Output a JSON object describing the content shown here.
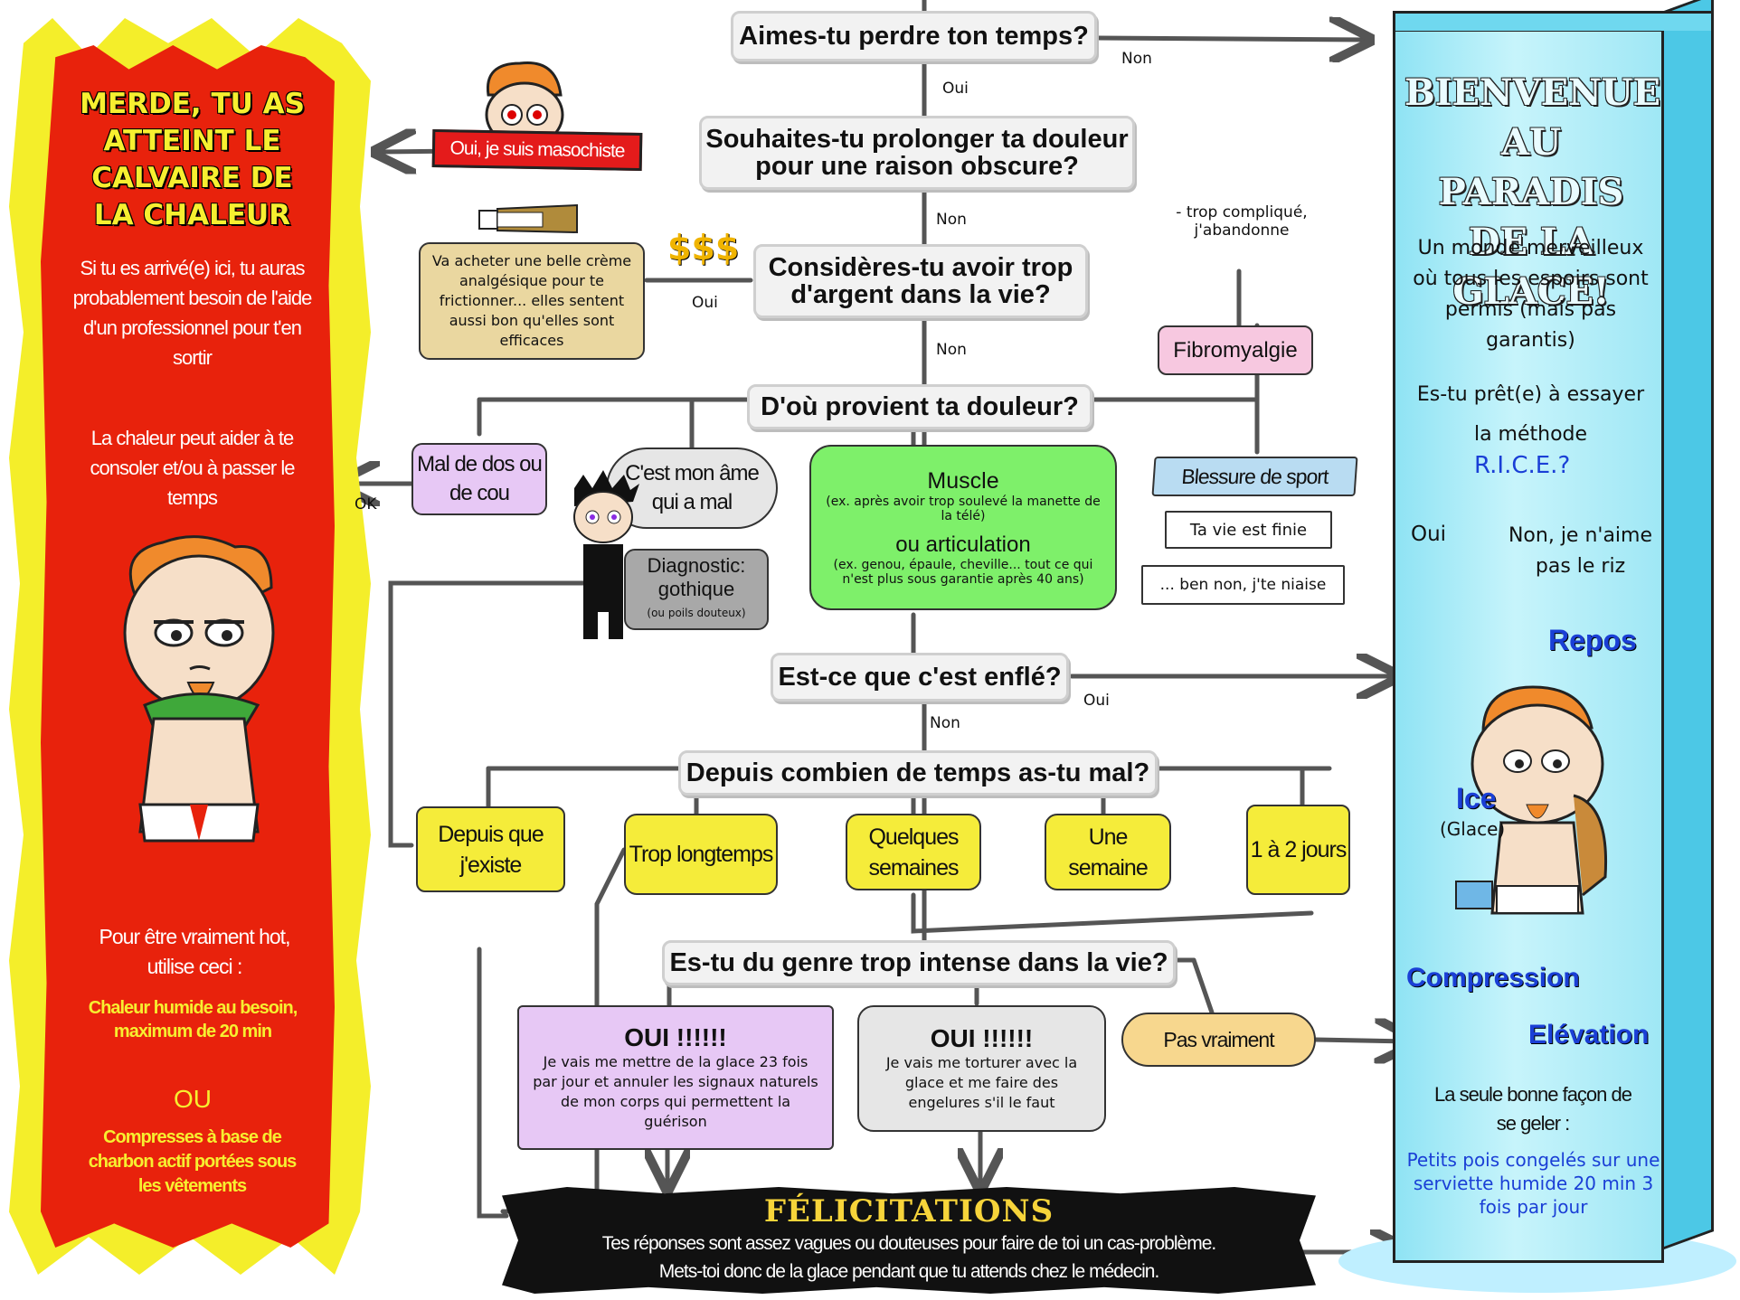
{
  "colors": {
    "heat_red": "#e8220c",
    "heat_yellow": "#f4ee2a",
    "ice_blue": "#a6ecf8",
    "sticky_yellow": "#f5ec3a",
    "muscle_green": "#7ef06a",
    "lilac": "#e7c8f5",
    "grey_box": "#e6e6e6",
    "fibro_pink": "#f7c8e0",
    "peach": "#f7d78e",
    "banner_black": "#111111"
  },
  "left_panel": {
    "title": "MERDE, TU AS ATTEINT LE CALVAIRE DE LA CHALEUR",
    "p1": "Si tu es arrivé(e) ici, tu auras probablement besoin de l'aide d'un professionnel pour t'en sortir",
    "p2": "La chaleur peut aider à te consoler et/ou à passer le temps",
    "hot_intro": "Pour être vraiment hot, utilise ceci :",
    "option1": "Chaleur humide au besoin, maximum de 20 min",
    "or": "OU",
    "option2": "Compresses à base de charbon actif portées sous les vêtements"
  },
  "right_panel": {
    "title": "BIENVENUE AU PARADIS DE LA GLACE!",
    "intro": "Un monde merveilleux où tous les espoirs sont permis (mais pas garantis)",
    "question_prefix": "Es-tu prêt(e) à essayer la méthode",
    "rice": "R.I.C.E.?",
    "yes": "Oui",
    "no": "Non, je n'aime pas le riz",
    "r": "Repos",
    "i": "Ice",
    "i_sub": "(Glace)",
    "c": "Compression",
    "e": "Elévation",
    "only_way": "La seule bonne façon de se geler :",
    "recipe": "Petits pois congelés sur une serviette humide 20 min 3 fois par jour"
  },
  "questions": {
    "q1": "Aimes-tu perdre ton temps?",
    "q2": "Souhaites-tu prolonger ta douleur pour une raison obscure?",
    "q3": "Considères-tu avoir trop d'argent dans la vie?",
    "q4": "D'où provient ta douleur?",
    "q5": "Est-ce que c'est enflé?",
    "q6": "Depuis combien de temps as-tu mal?",
    "q7": "Es-tu du genre trop intense dans la vie?"
  },
  "labels": {
    "non": "Non",
    "oui": "Oui",
    "ok": "OK",
    "q1_yes": "Oui",
    "q2_no": "Non",
    "q3_no": "Non",
    "q3_yes": "Oui",
    "q5_yes": "Oui",
    "q5_no": "Non"
  },
  "masochist": "Oui, je suis masochiste",
  "cream": "Va acheter une belle crème analgésique pour te frictionner... elles sentent aussi bon qu'elles sont efficaces",
  "dollars": "$$$",
  "too_complicated": "- trop compliqué, j'abandonne",
  "fibro": "Fibromyalgie",
  "pain_sources": {
    "back": "Mal de dos ou de cou",
    "soul": "C'est mon âme qui a mal",
    "goth_title": "Diagnostic: gothique",
    "goth_sub": "(ou poils douteux)",
    "muscle": "Muscle",
    "muscle_ex": "(ex. après avoir trop soulevé la manette de la télé)",
    "joint": "ou articulation",
    "joint_ex": "(ex. genou, épaule, cheville... tout ce qui n'est plus sous garantie après 40 ans)",
    "sport": "Blessure de sport",
    "life_over": "Ta vie est finie",
    "kidding": "... ben non, j'te niaise"
  },
  "durations": [
    "Depuis que j'existe",
    "Trop longtemps",
    "Quelques semaines",
    "Une semaine",
    "1 à 2 jours"
  ],
  "intense": {
    "yes1_title": "OUI !!!!!!",
    "yes1_text": "Je vais me mettre de la glace 23 fois par jour et annuler les signaux naturels de mon corps qui permettent la guérison",
    "yes2_title": "OUI !!!!!!",
    "yes2_text": "Je vais me torturer avec la glace et me faire des engelures s'il le faut",
    "no": "Pas vraiment"
  },
  "banner": {
    "title": "FÉLICITATIONS",
    "line1": "Tes réponses sont assez vagues ou douteuses pour faire de toi un cas-problème.",
    "line2": "Mets-toi donc de la glace pendant que tu attends chez le médecin."
  }
}
